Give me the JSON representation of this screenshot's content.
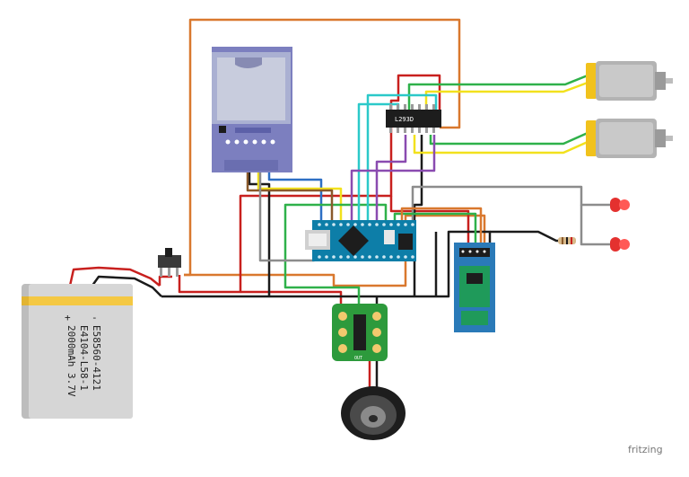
{
  "battery": {
    "plus": "+",
    "minus": "-",
    "line1": "E58560-4121",
    "line2": "E4104-L58-1",
    "line3": "2000mAh 3.7V"
  },
  "driver_chip": {
    "label": "L293D"
  },
  "amp_board": {
    "label": "OUT"
  },
  "watermark": "fritzing",
  "colors": {
    "orange": "#d9782e",
    "red": "#c8201e",
    "black": "#1b1b1b",
    "blue": "#2d6fc4",
    "green": "#2fb14a",
    "cyan": "#2bc9c9",
    "yellow": "#f2e11d",
    "purple": "#8a4bb0",
    "gray": "#8c8c8c",
    "brown": "#8a5a2b",
    "arduino": "#0d7ea8",
    "amp": "#2d9a3c",
    "bt": "#2a7ab8",
    "sd": "#7c7fbf",
    "motor": "#b3b3b3",
    "motor_end": "#f1c21c",
    "led": "#e4312f",
    "battery_body": "#d6d6d6",
    "battery_band": "#f4c843"
  }
}
